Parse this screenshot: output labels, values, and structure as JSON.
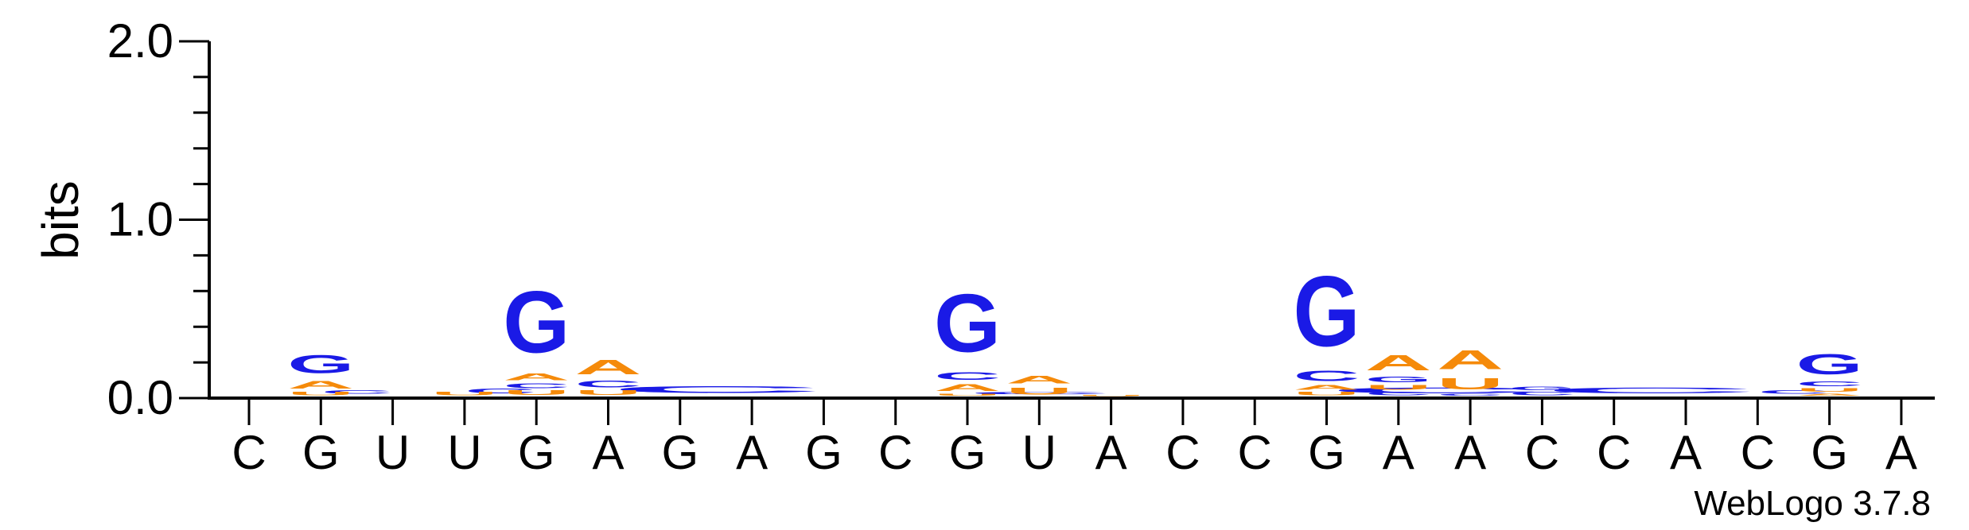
{
  "chart_data": {
    "type": "sequence-logo",
    "ylabel": "bits",
    "ylim": [
      0,
      2
    ],
    "yticks": [
      {
        "value": 0,
        "label": "0.0"
      },
      {
        "value": 1,
        "label": "1.0"
      },
      {
        "value": 2,
        "label": "2.0"
      }
    ],
    "positions": [
      "C",
      "G",
      "U",
      "U",
      "G",
      "A",
      "G",
      "A",
      "G",
      "C",
      "G",
      "U",
      "A",
      "C",
      "C",
      "G",
      "A",
      "A",
      "C",
      "C",
      "A",
      "C",
      "G",
      "A"
    ],
    "stacks": [
      [],
      [
        {
          "letter": "U",
          "bits": 0.03
        },
        {
          "letter": "A",
          "bits": 0.07
        },
        {
          "letter": "G",
          "bits": 0.16
        }
      ],
      [],
      [
        {
          "letter": "U",
          "bits": 0.03
        }
      ],
      [
        {
          "letter": "U",
          "bits": 0.04
        },
        {
          "letter": "C",
          "bits": 0.04
        },
        {
          "letter": "A",
          "bits": 0.06
        },
        {
          "letter": "G",
          "bits": 0.55
        }
      ],
      [
        {
          "letter": "U",
          "bits": 0.04
        },
        {
          "letter": "C",
          "bits": 0.06
        },
        {
          "letter": "A",
          "bits": 0.13
        }
      ],
      [],
      [],
      [],
      [],
      [
        {
          "letter": "U",
          "bits": 0.02
        },
        {
          "letter": "A",
          "bits": 0.06
        },
        {
          "letter": "C",
          "bits": 0.07
        },
        {
          "letter": "G",
          "bits": 0.52
        }
      ],
      [
        {
          "letter": "U",
          "bits": 0.06
        },
        {
          "letter": "A",
          "bits": 0.07
        }
      ],
      [
        {
          "letter": "U",
          "bits": 0.01
        }
      ],
      [],
      [],
      [
        {
          "letter": "U",
          "bits": 0.03
        },
        {
          "letter": "A",
          "bits": 0.04
        },
        {
          "letter": "C",
          "bits": 0.09
        },
        {
          "letter": "G",
          "bits": 0.63
        }
      ],
      [
        {
          "letter": "C",
          "bits": 0.03
        },
        {
          "letter": "U",
          "bits": 0.04
        },
        {
          "letter": "G",
          "bits": 0.05
        },
        {
          "letter": "A",
          "bits": 0.14
        }
      ],
      [
        {
          "letter": "C",
          "bits": 0.02
        },
        {
          "letter": "U",
          "bits": 0.1
        },
        {
          "letter": "A",
          "bits": 0.17
        }
      ],
      [
        {
          "letter": "C",
          "bits": 0.03
        },
        {
          "letter": "G",
          "bits": 0.03
        }
      ],
      [],
      [],
      [],
      [
        {
          "letter": "A",
          "bits": 0.02
        },
        {
          "letter": "U",
          "bits": 0.03
        },
        {
          "letter": "C",
          "bits": 0.04
        },
        {
          "letter": "G",
          "bits": 0.18
        }
      ],
      []
    ],
    "floor": [
      {
        "from": 1,
        "to": 2,
        "bits": 0.03
      },
      {
        "from": 3,
        "to": 4,
        "bits": 0.04
      },
      {
        "from": 5,
        "to": 8,
        "bits": 0.06
      },
      {
        "from": 10,
        "to": 12,
        "bits": 0.02
      },
      {
        "from": 15,
        "to": 18,
        "bits": 0.05
      },
      {
        "from": 18,
        "to": 21,
        "bits": 0.05
      },
      {
        "from": 21,
        "to": 22,
        "bits": 0.03
      }
    ],
    "colors": {
      "G": "#1a1ae6",
      "C": "#1a1ae6",
      "A": "#f58a0a",
      "U": "#f58a0a"
    },
    "credit": "WebLogo 3.7.8"
  }
}
